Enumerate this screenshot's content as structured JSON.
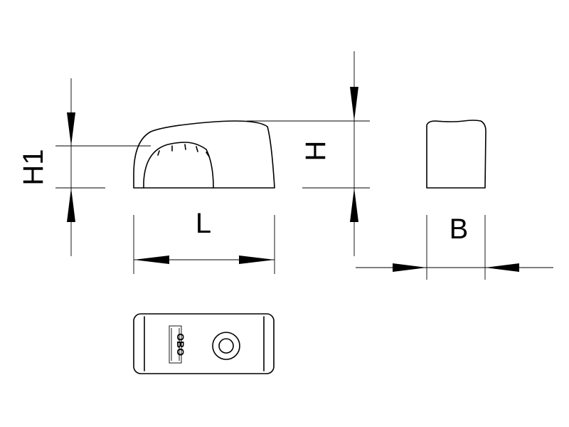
{
  "dimensions": {
    "h1": "H1",
    "h": "H",
    "l": "L",
    "b": "B"
  },
  "logo": {
    "text": "OBO"
  }
}
